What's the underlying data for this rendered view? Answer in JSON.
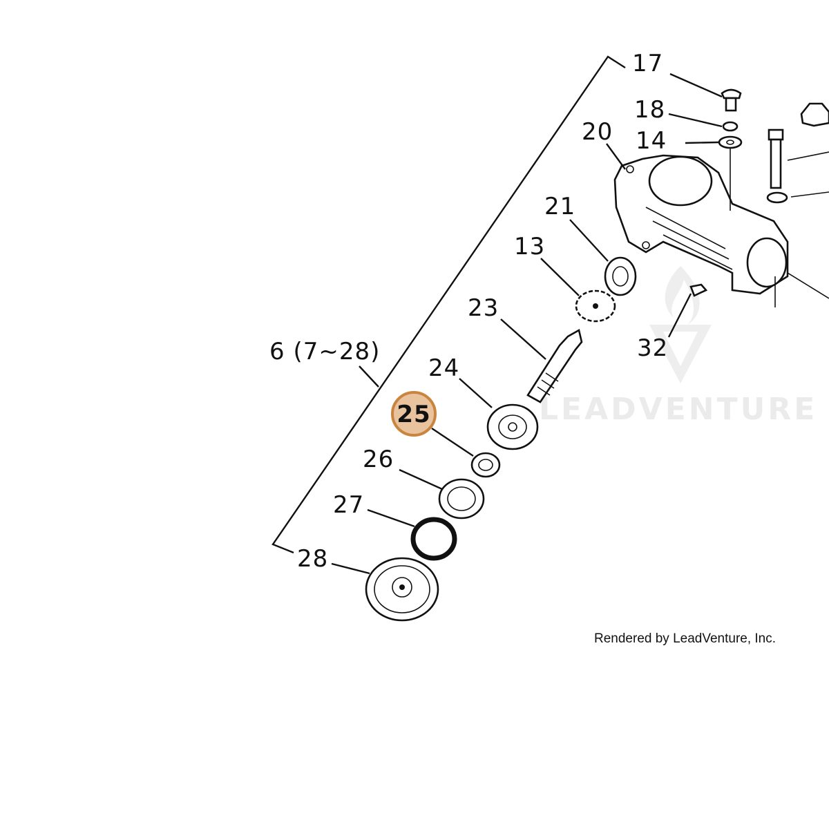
{
  "callouts": {
    "p6": "6 (7~28)",
    "p13": "13",
    "p14": "14",
    "p17": "17",
    "p18": "18",
    "p20": "20",
    "p21": "21",
    "p23": "23",
    "p24": "24",
    "p25": "25",
    "p26": "26",
    "p27": "27",
    "p28": "28",
    "p32": "32"
  },
  "highlight": {
    "part": "25",
    "fill": "#e8c39e",
    "stroke": "#c9843f"
  },
  "watermark": {
    "text": "LEADVENTURE"
  },
  "footer": {
    "credit": "Rendered by LeadVenture, Inc."
  }
}
